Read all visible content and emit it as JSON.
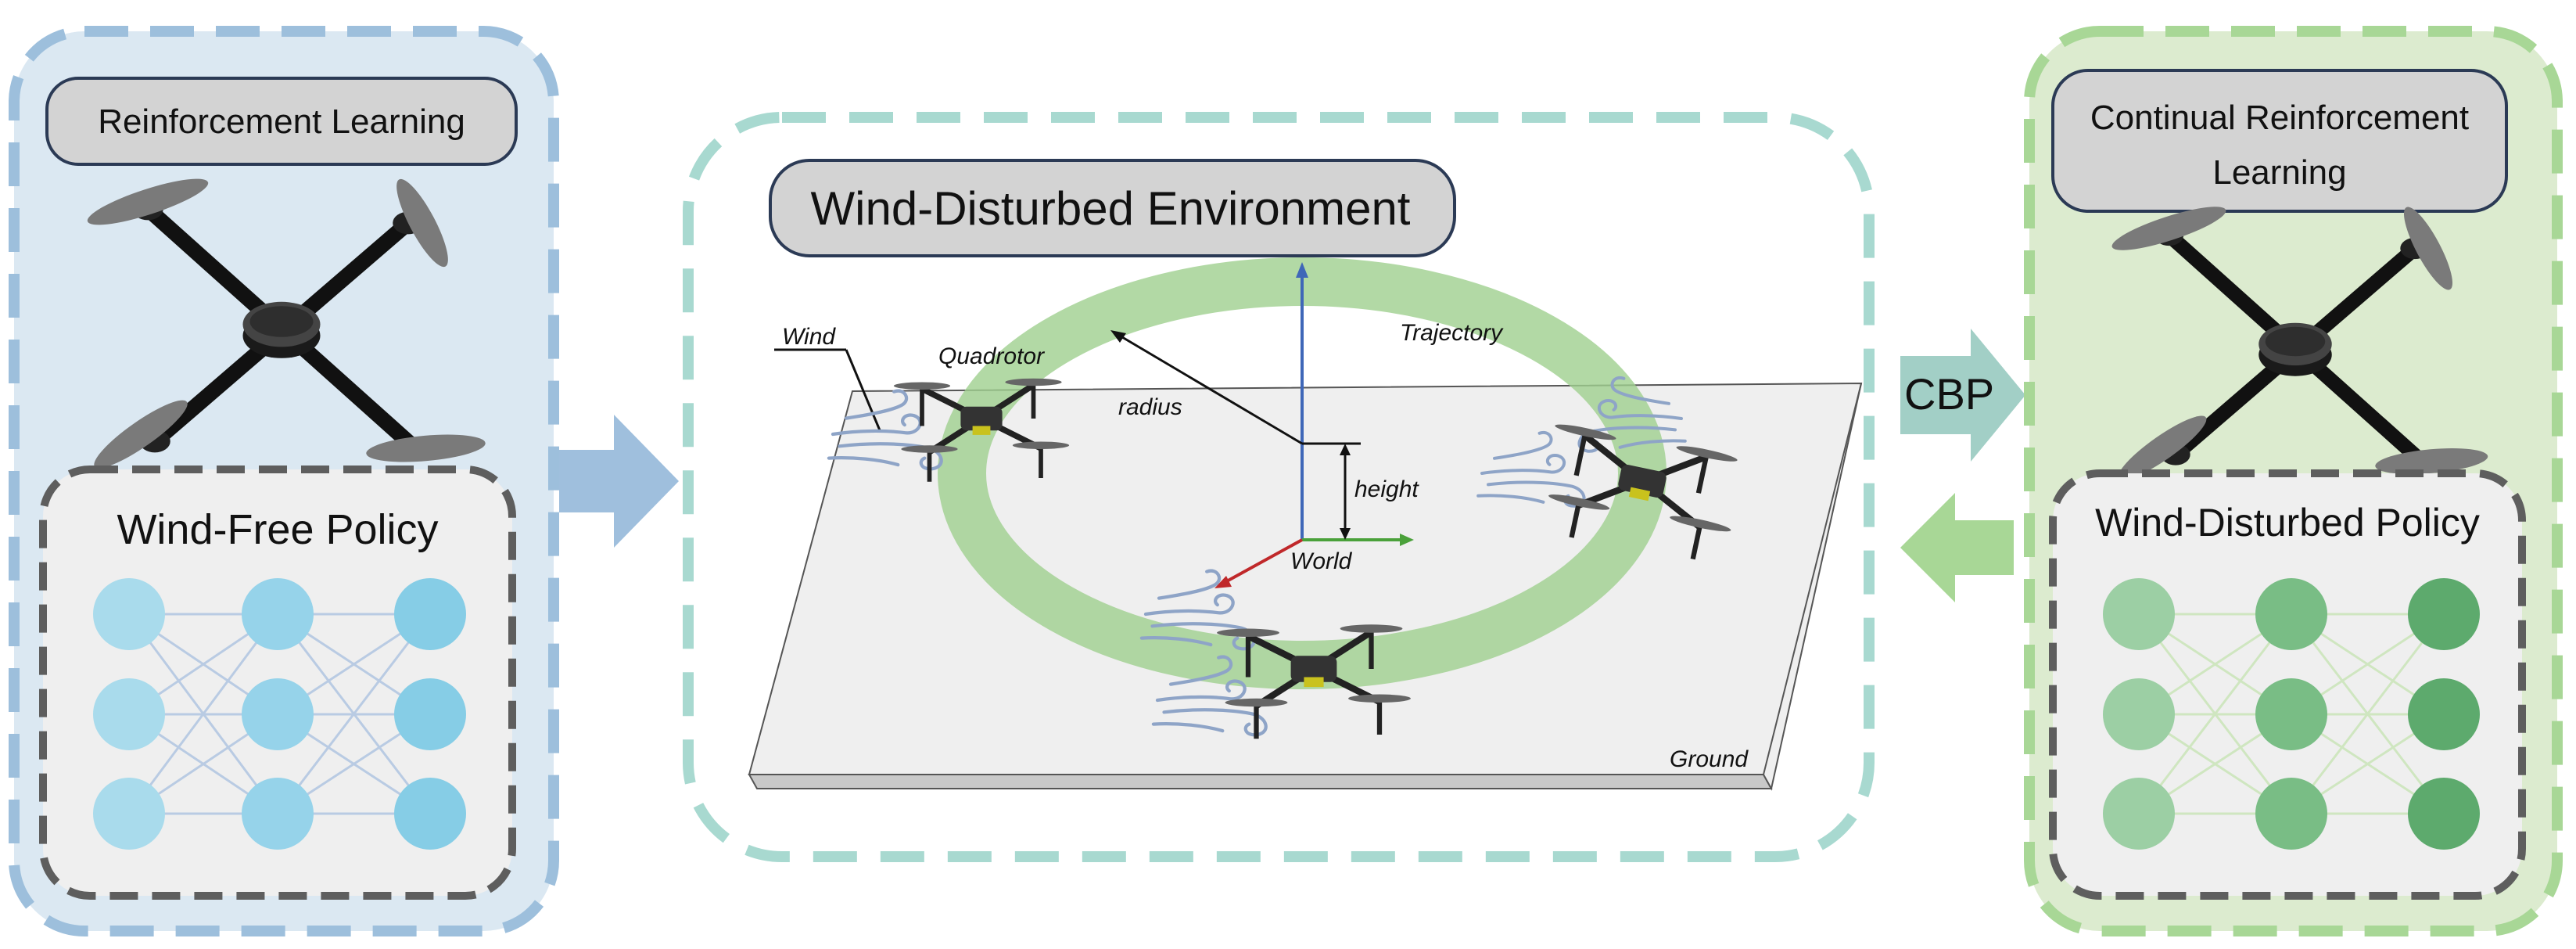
{
  "left_panel": {
    "header": "Reinforcement Learning",
    "policy_title": "Wind-Free Policy",
    "colors": {
      "panel_fill": "#dbe8f2",
      "panel_border": "#9dbfdc",
      "node": "#86cde6"
    }
  },
  "center_panel": {
    "header": "Wind-Disturbed Environment",
    "labels": {
      "wind": "Wind",
      "quadrotor": "Quadrotor",
      "trajectory": "Trajectory",
      "radius": "radius",
      "height": "height",
      "world": "World",
      "ground": "Ground"
    },
    "colors": {
      "panel_border": "#a8d9d0",
      "trajectory": "#9fd08e",
      "ground": "#efefef"
    }
  },
  "right_panel": {
    "header_line1": "Continual Reinforcement",
    "header_line2": "Learning",
    "policy_title": "Wind-Disturbed Policy",
    "colors": {
      "panel_fill": "#dcebcf",
      "panel_border": "#a8d796",
      "node": "#6db87a"
    }
  },
  "connectors": {
    "cbp_label": "CBP",
    "colors": {
      "left_arrow": "#9fbfdd",
      "cbp_arrow": "#a2cfc6",
      "back_arrow": "#a8d796"
    }
  },
  "icons": [
    "quadrotor-icon",
    "wind-gust-icon",
    "neural-network-icon",
    "arrow-right-icon",
    "arrow-left-icon"
  ]
}
